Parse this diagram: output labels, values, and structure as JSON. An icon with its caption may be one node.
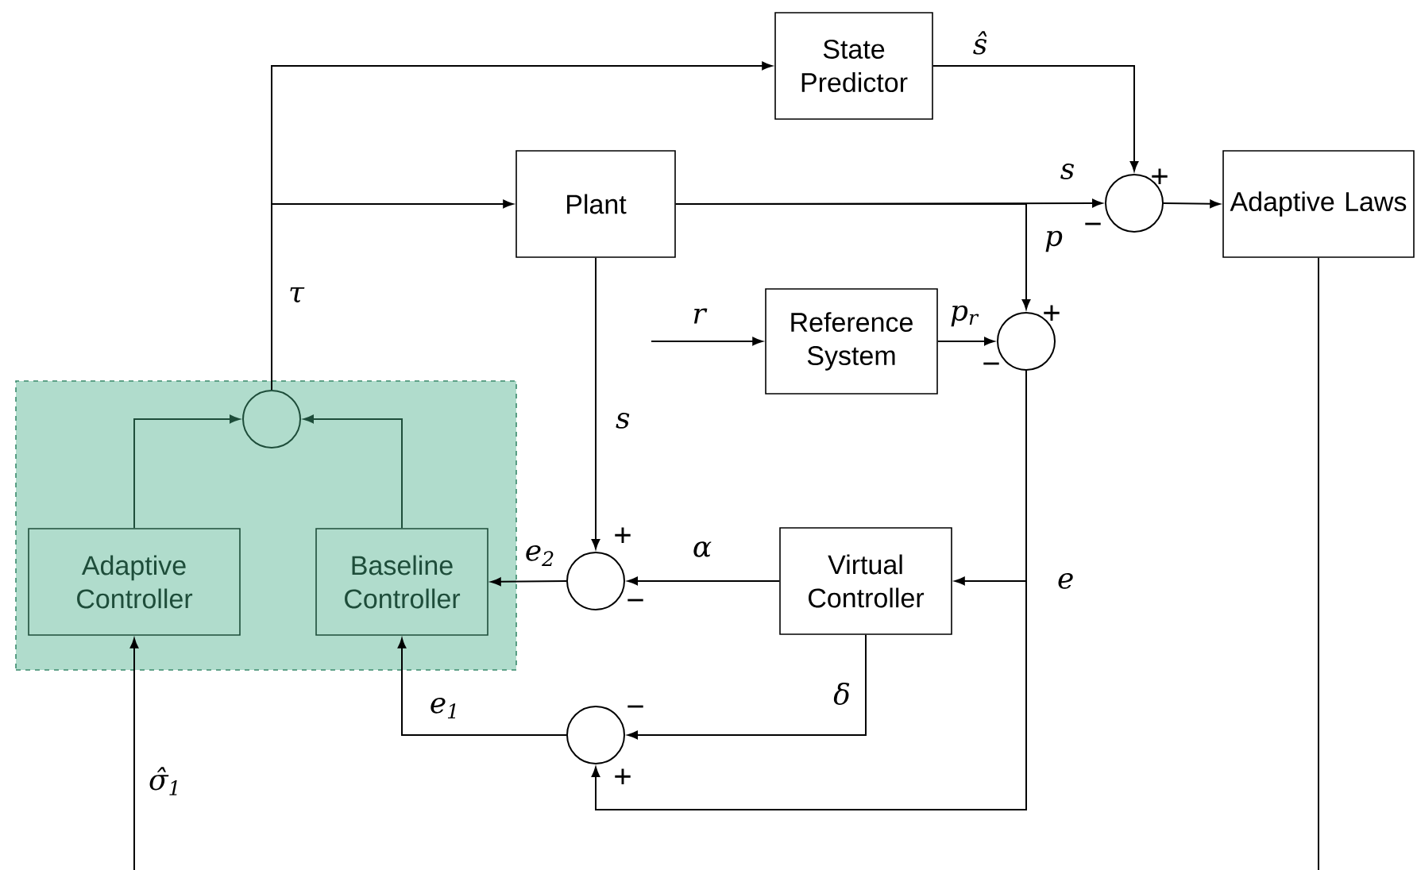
{
  "diagram": {
    "nodes": [
      {
        "text": [],
        "shape": "box"
      },
      {
        "text": [
          "State Predictor"
        ]
      },
      {
        "text": [
          "Plant"
        ]
      },
      {
        "text": [],
        "shape": "circle"
      },
      {
        "text": [
          "Adaptive Laws"
        ]
      },
      {
        "text": [
          "Reference System"
        ]
      },
      {
        "text": [],
        "shape": "circle"
      },
      {
        "text": [],
        "shape": "circle",
        "in": 0
      },
      {
        "text": [
          "Adaptive Controller"
        ],
        "in": 0
      },
      {
        "text": [
          "Baseline Controller"
        ],
        "in": 0
      },
      {
        "text": [],
        "shape": "circle"
      },
      {
        "text": [
          "Virtual Controller"
        ]
      },
      {
        "text": [],
        "shape": "circle"
      }
    ],
    "edges": [
      {
        "from": 7,
        "to": 1,
        "arrow": "to",
        "label": "τ"
      },
      {
        "from": 7,
        "to": 2,
        "arrow": "to"
      },
      {
        "from": 1,
        "to": 3,
        "arrow": "to",
        "label": "ŝ"
      },
      {
        "from": 2,
        "to": 3,
        "arrow": "to",
        "label": "s"
      },
      {
        "from": 2,
        "to": 6,
        "arrow": "to",
        "label": "p"
      },
      {
        "from": 3,
        "to": 4,
        "arrow": "to"
      },
      {
        "from": null,
        "to": 5,
        "arrow": "to",
        "label": "r"
      },
      {
        "from": 5,
        "to": 6,
        "arrow": "to",
        "label": "p$_{r}$"
      },
      {
        "from": 2,
        "to": 10,
        "arrow": "to",
        "label": "s"
      },
      {
        "from": 6,
        "to": 11,
        "arrow": "to",
        "label": "e"
      },
      {
        "from": 6,
        "to": 12,
        "arrow": "to"
      },
      {
        "from": 11,
        "to": 10,
        "arrow": "to",
        "label": "α"
      },
      {
        "from": 11,
        "to": 12,
        "arrow": "to",
        "label": "δ"
      },
      {
        "from": 10,
        "to": 9,
        "arrow": "to",
        "label": "e$_{2}$"
      },
      {
        "from": 12,
        "to": 9,
        "arrow": "to",
        "label": "e$_{1}$"
      },
      {
        "from": 8,
        "to": 7,
        "arrow": "to",
        "color": "#1e4d3a"
      },
      {
        "from": 9,
        "to": 7,
        "arrow": "to",
        "color": "#1e4d3a"
      },
      {
        "from": null,
        "to": 8,
        "arrow": "to",
        "label": "σ̂$_{1}$"
      },
      {
        "from": 4,
        "to": null,
        "arrow": "none"
      }
    ],
    "labels": [
      "+",
      "−",
      "+",
      "−",
      "+",
      "−",
      "−",
      "+"
    ]
  }
}
